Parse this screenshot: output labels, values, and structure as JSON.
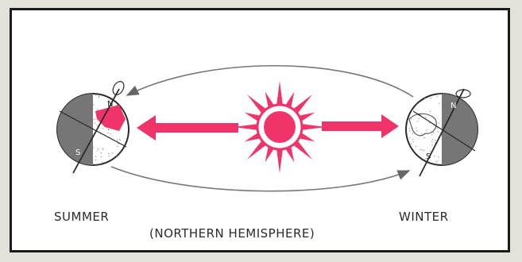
{
  "labels": {
    "summer": "SUMMER",
    "winter": "WINTER",
    "hemisphere": "(NORTHERN HEMISPHERE)"
  },
  "globes": {
    "summer": {
      "north_letter": "N",
      "south_letter": "S"
    },
    "winter": {
      "north_letter": "N",
      "south_letter": "S"
    }
  },
  "colors": {
    "sun": "#f0346a",
    "rays": "#f0346a",
    "night_side": "#767676",
    "outline": "#2a2a2a",
    "orbit": "#777777"
  },
  "icons": {
    "sun": "sun-icon",
    "summer_globe": "earth-globe-icon",
    "winter_globe": "earth-globe-icon",
    "orbit_arrow": "orbit-arrow-icon",
    "rotation": "rotation-arrow-icon"
  }
}
